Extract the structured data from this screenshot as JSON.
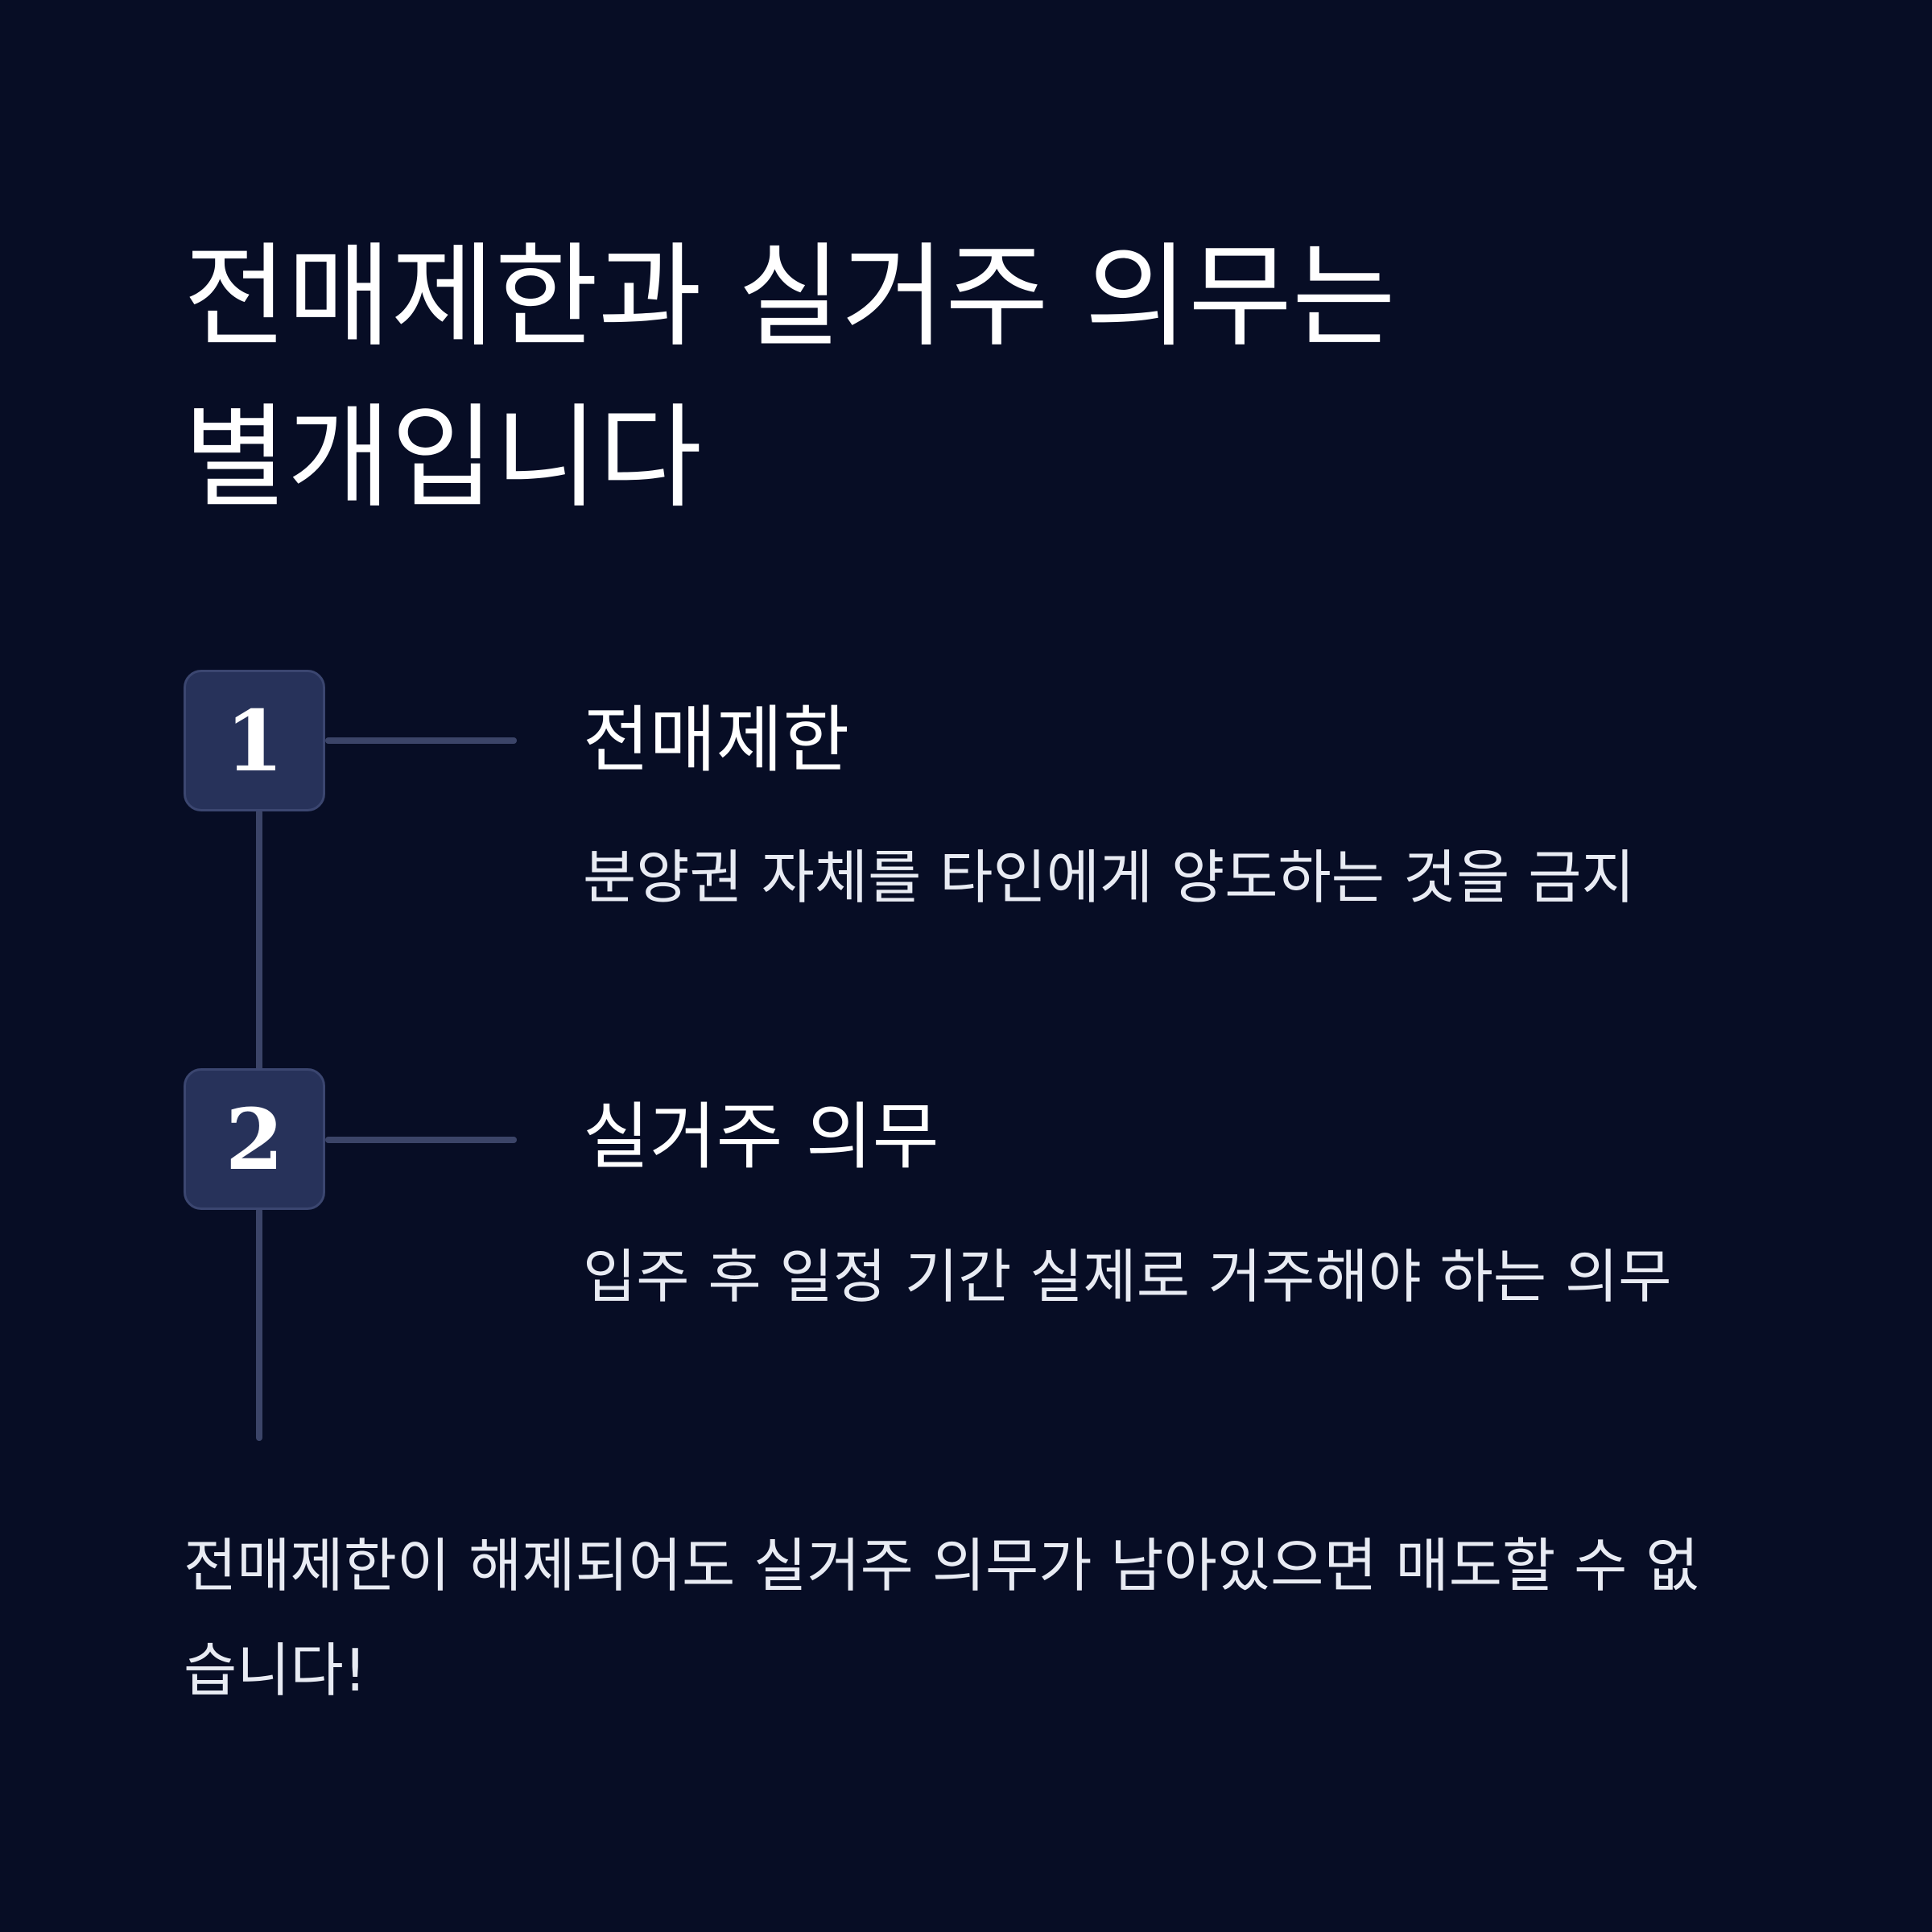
{
  "title": "전매제한과 실거주 의무는 별개입니다",
  "steps": [
    {
      "number": "1",
      "heading": "전매제한",
      "description": "분양권 자체를 타인에게 양도하는 것을 금지"
    },
    {
      "number": "2",
      "heading": "실거주 의무",
      "description": "입주 후 일정 기간 실제로 거주해야 하는 의무"
    }
  ],
  "footer": "전매제한이 해제되어도 실거주 의무가 남아있으면 매도할 수 없습니다!"
}
